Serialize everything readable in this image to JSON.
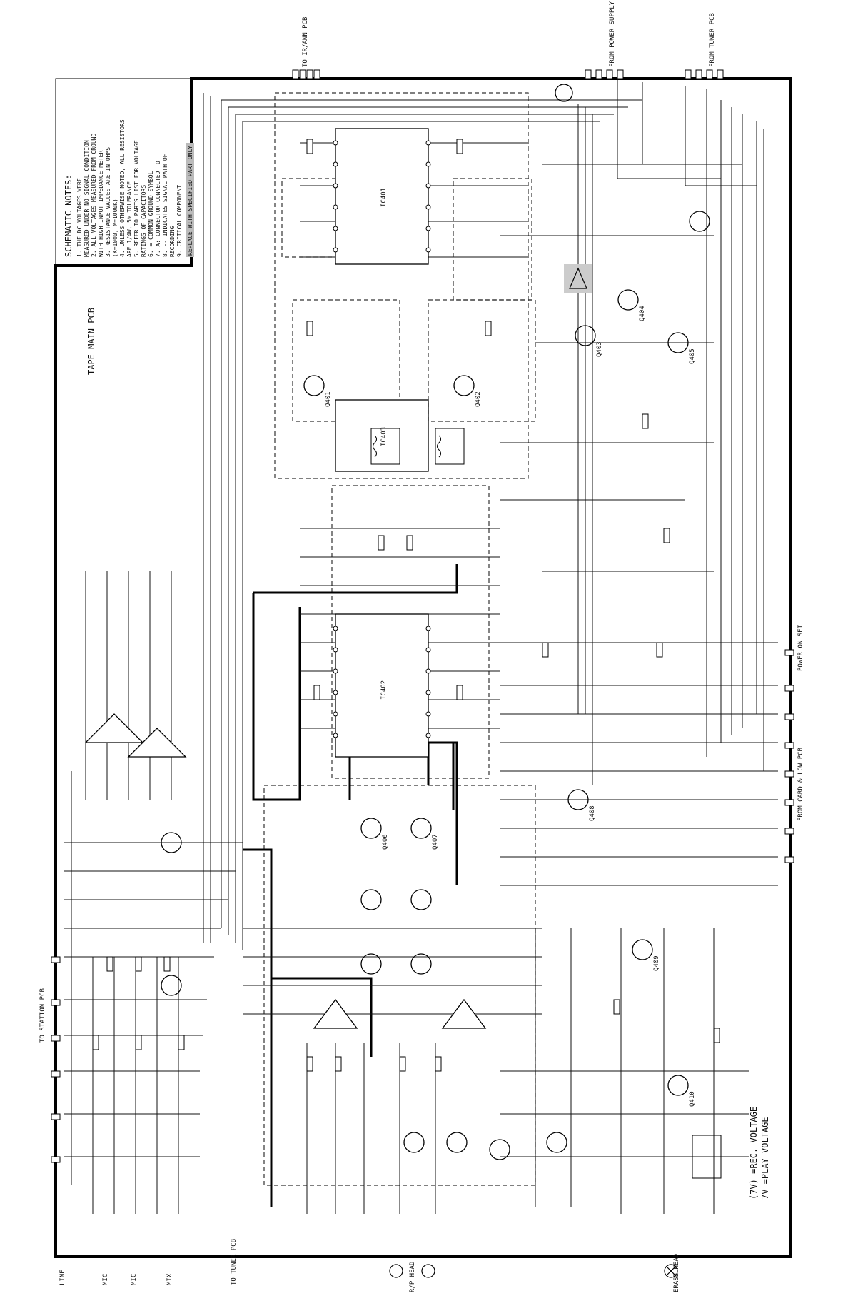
{
  "title": "TAPE MAIN PCB",
  "notes": {
    "heading": "SCHEMATIC NOTES:",
    "lines": [
      "1. THE DC VOLTAGES WERE",
      "   MEASURED UNDER NO SIGNAL CONDITION",
      "2. ALL VOLTAGES MEASURED FROM GROUND",
      "   WITH HIGH INPUT IMPEDANCE METER",
      "3. RESISTANCE VALUES ARE IN OHMS",
      "   (K=1000, M=1000K)",
      "4. UNLESS OTHERWISE NOTED, ALL RESISTORS",
      "   ARE 1/4W, 5% TOLERANCE",
      "5. REFER TO PARTS LIST FOR VOLTAGE",
      "   RATINGS OF CAPACITORS",
      "6. = COMMON GROUND SYMBOL",
      "7. A: CONNECTOR CONNECTED TO",
      "8. -- INDICATES SIGNAL PATH OF",
      "   RECORDING",
      "9. CRITICAL COMPONENT"
    ],
    "warning": "REPLACE WITH SPECIFIED PART ONLY"
  },
  "connectors": {
    "left": [
      "LINE",
      "MIC",
      "MIC",
      "MIX",
      "TO TUNER PCB",
      "TO STATION PCB"
    ],
    "top": [
      "TO IR/ANN PCB",
      "FROM POWER SUPPLY PCB",
      "FROM TUNER PCB"
    ],
    "right": [
      "FROM CARD & LOW PCB",
      "POWER ON SET"
    ],
    "bottom": [
      "R/P HEAD",
      "ERASE HEAD"
    ]
  },
  "ic_labels": [
    "IC401",
    "IC402",
    "IC403"
  ],
  "transistor_labels": [
    "Q401",
    "Q402",
    "Q403",
    "Q404",
    "Q405",
    "Q406",
    "Q407",
    "Q408",
    "Q409",
    "Q410"
  ],
  "footer": {
    "rec_voltage": "(7V) =REC. VOLTAGE",
    "play_voltage": "7V  =PLAY VOLTAGE"
  }
}
